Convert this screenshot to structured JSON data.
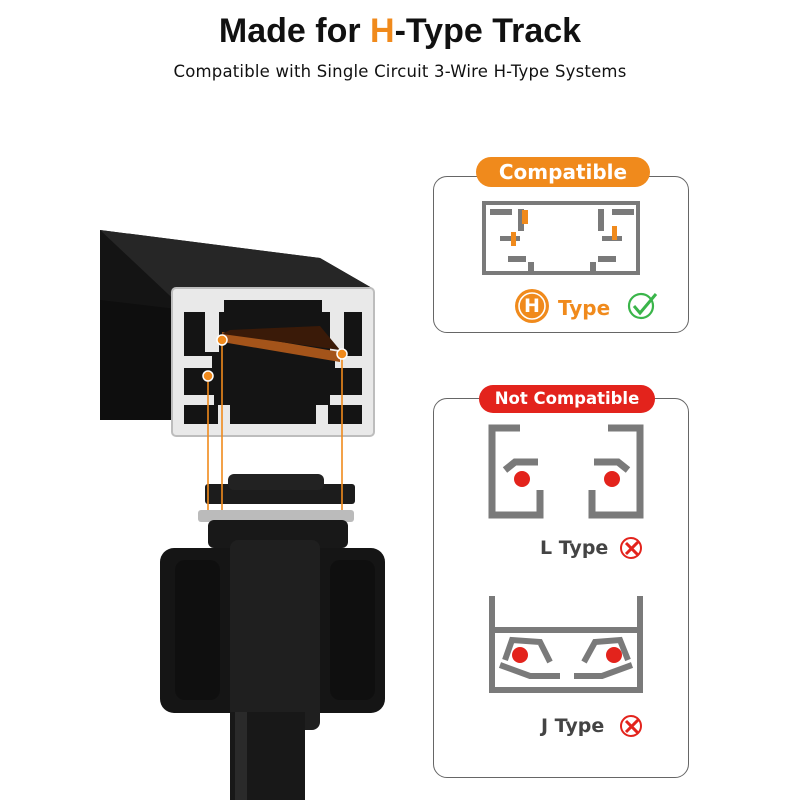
{
  "header": {
    "title_pre": "Made for ",
    "title_accent": "H",
    "title_post": "-Type Track",
    "subtitle": "Compatible with Single Circuit 3-Wire H-Type Systems"
  },
  "compatible_panel": {
    "badge": "Compatible",
    "type_letter": "H",
    "type_label": "Type",
    "status_icon": "check-circle-icon"
  },
  "not_compatible_panel": {
    "badge": "Not Compatible",
    "l_type_label": "L Type",
    "j_type_label": "J Type",
    "status_icon": "x-circle-icon"
  },
  "colors": {
    "accent_orange": "#f08a1c",
    "alert_red": "#e3231c",
    "check_green": "#3ab54a",
    "product_black": "#151515",
    "profile_gray": "#7a7a7a"
  }
}
